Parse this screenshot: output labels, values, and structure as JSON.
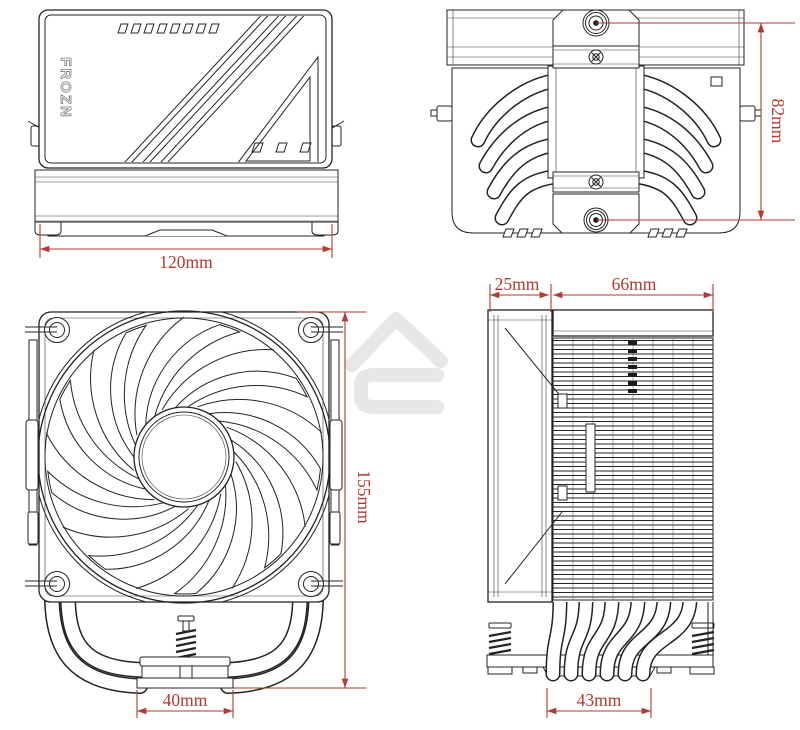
{
  "drawing": {
    "subject": "CPU air cooler dimensional drawing (four orthographic views)",
    "brand_label": "FROZN",
    "watermark_icon": "id-cooling-house-c-logo",
    "views": {
      "fan_top": {
        "name": "top view with fan",
        "width": "120mm"
      },
      "heatsink_top": {
        "name": "top view heatpipes",
        "depth": "82mm"
      },
      "front": {
        "name": "front view with fan",
        "height": "155mm",
        "base_width": "40mm"
      },
      "side": {
        "name": "side view",
        "fan_thickness": "25mm",
        "heatsink_depth": "66mm",
        "base_depth": "43mm"
      }
    },
    "colors": {
      "background": "#ffffff",
      "line": "#232323",
      "dimension": "#b23a31",
      "watermark": "#e7e7e7",
      "brand_outline": "#7a7a7a"
    }
  }
}
